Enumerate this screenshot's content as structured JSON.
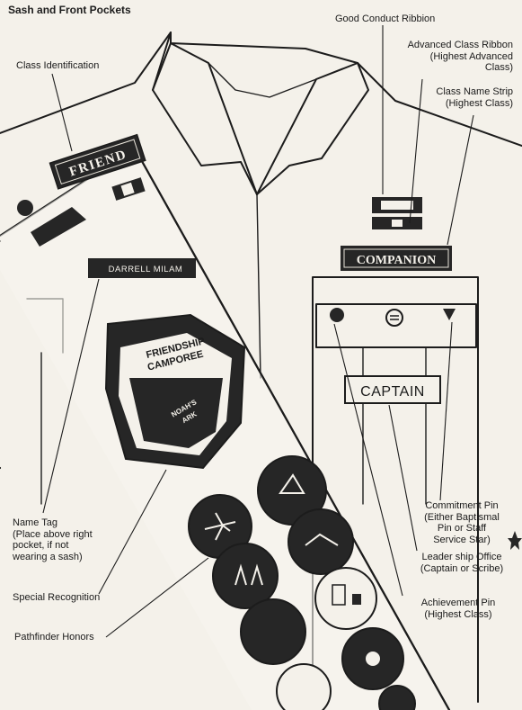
{
  "title": "Sash and Front Pockets",
  "patches": {
    "friend": "FRIEND",
    "name_tag": "DARRELL MILAM",
    "companion": "COMPANION",
    "captain": "CAPTAIN",
    "friendship_camporee_line1": "FRIENDSHIP",
    "friendship_camporee_line2": "CAMPOREE",
    "noahs_ark_line1": "NOAH'S",
    "noahs_ark_line2": "ARK"
  },
  "labels": {
    "class_identification": "Class Identification",
    "good_conduct_ribbon": "Good Conduct Ribbion",
    "advanced_class_ribbon": [
      "Advanced Class Ribbon",
      "(Highest Advanced",
      "Class)"
    ],
    "class_name_strip": [
      "Class Name Strip",
      "(Highest Class)"
    ],
    "name_tag": [
      "Name Tag",
      "(Place above right",
      "pocket, if not",
      "wearing a sash)"
    ],
    "special_recognition": "Special Recognition",
    "pathfinder_honors": "Pathfinder Honors",
    "commitment_pin": [
      "Commitment Pin",
      "(Either Baptismal",
      "Pin or Staff",
      "Service Star)"
    ],
    "leadership_office": [
      "Leader ship Office",
      "(Captain or Scribe)"
    ],
    "achievement_pin": [
      "Achievement Pin",
      "(Highest Class)"
    ]
  },
  "colors": {
    "ink": "#1c1c1c",
    "paper": "#f4f1ea",
    "patch_dark": "#262626"
  }
}
